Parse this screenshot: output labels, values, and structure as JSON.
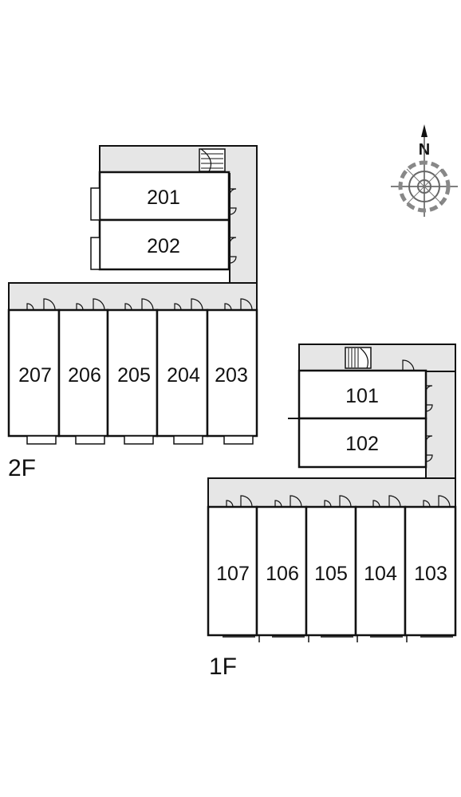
{
  "floor_2": {
    "label": "2F",
    "units": [
      "201",
      "202",
      "207",
      "206",
      "205",
      "204",
      "203"
    ]
  },
  "floor_1": {
    "label": "1F",
    "units": [
      "101",
      "102",
      "107",
      "106",
      "105",
      "104",
      "103"
    ]
  },
  "compass": {
    "north_label": "N"
  },
  "colors": {
    "walkway": "#e6e6e6",
    "wall": "#111111",
    "compass_ring": "#888888"
  }
}
